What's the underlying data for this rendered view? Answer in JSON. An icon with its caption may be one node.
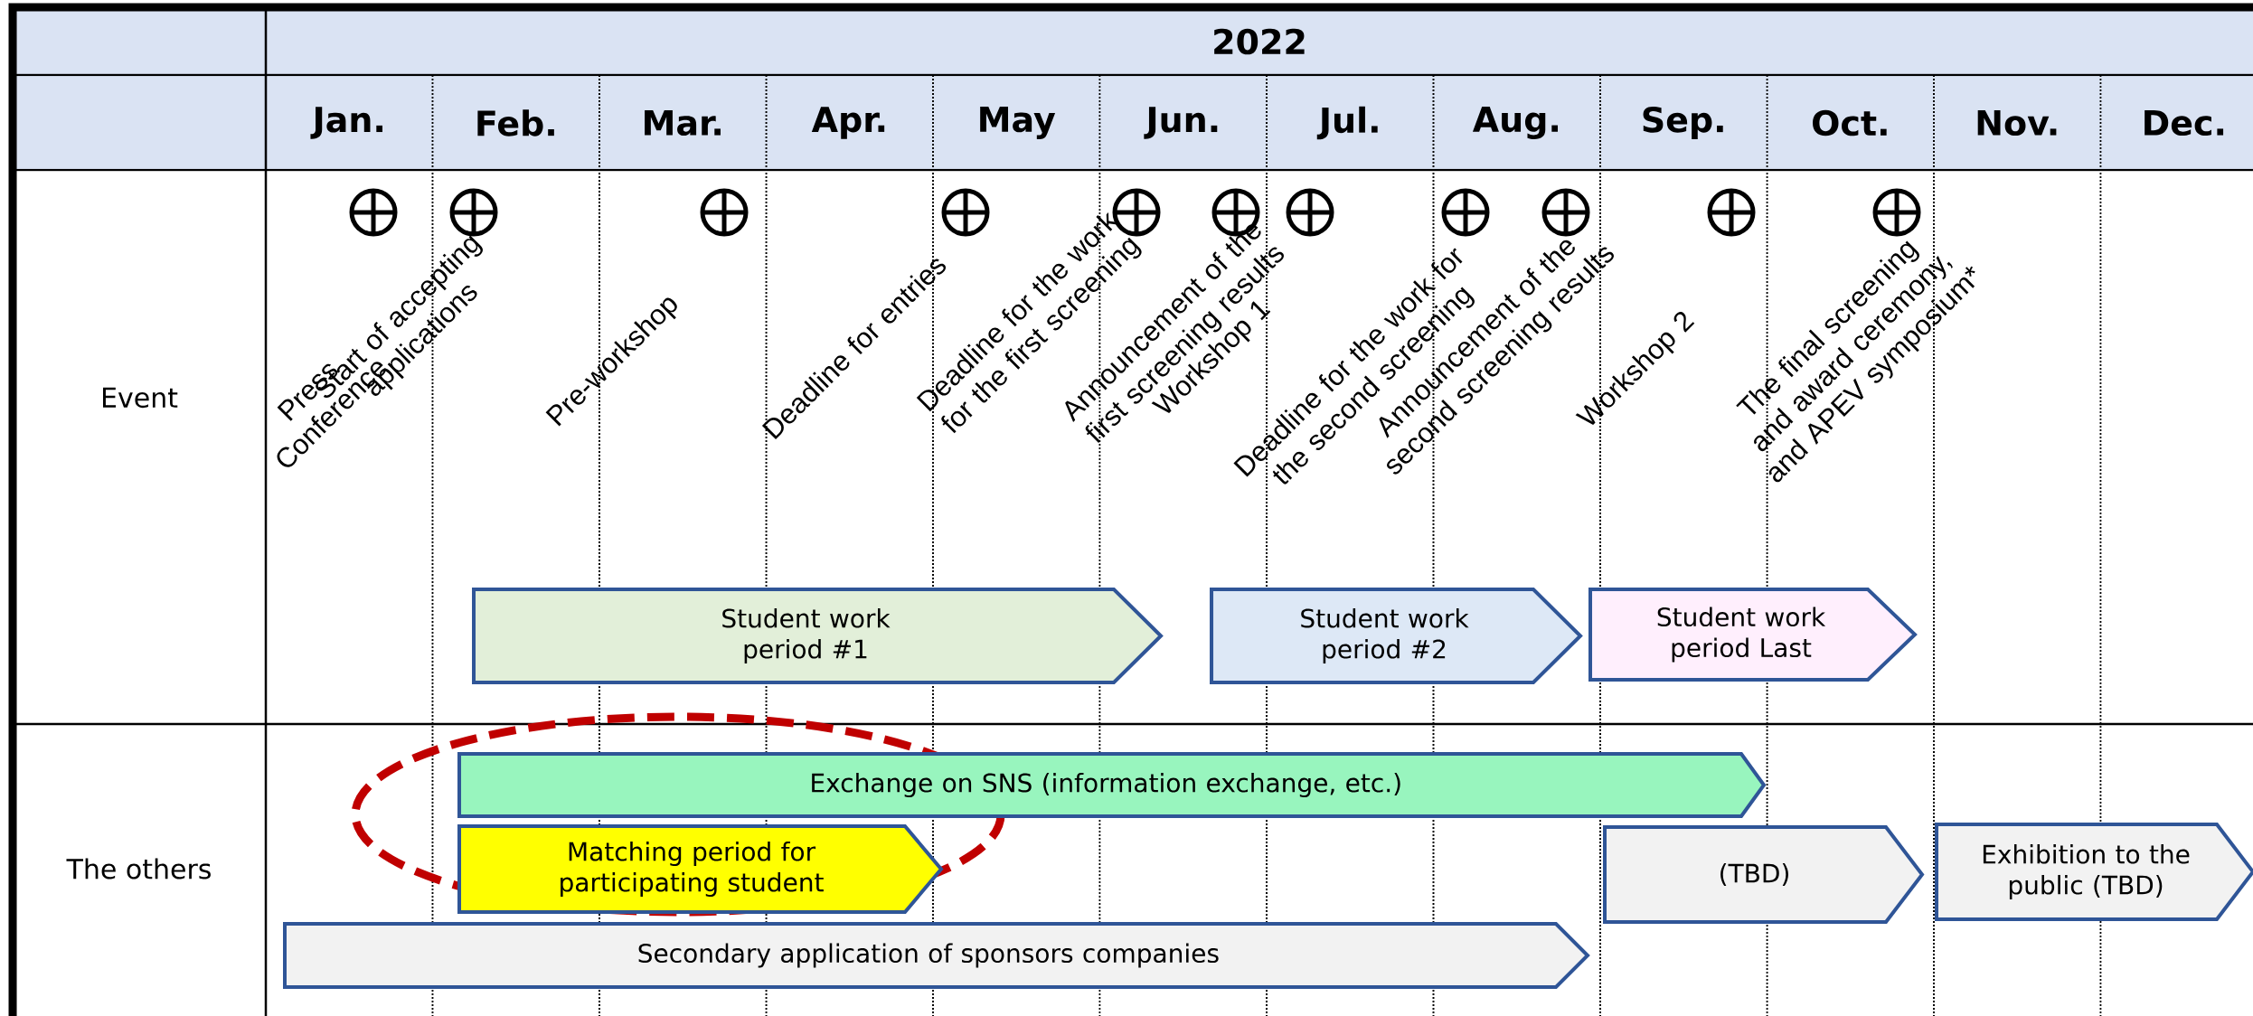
{
  "diagram": {
    "nodes": [
      {
        "text": [
          "Student work period #1"
        ]
      },
      {
        "text": [
          "Student work period #2"
        ]
      },
      {
        "text": [
          "Student work period Last"
        ]
      },
      {
        "text": [
          "Exchange on SNS (information exchange, etc.)"
        ]
      },
      {
        "text": [
          "Matching period for participating student"
        ]
      },
      {
        "text": [
          "(TBD)"
        ]
      },
      {
        "text": [
          "Exhibition to the public (TBD)"
        ]
      },
      {
        "text": [
          "Secondary application of sponsors companies"
        ]
      }
    ],
    "labels": [
      "2022",
      "Jan.",
      "Feb.",
      "Mar.",
      "Apr.",
      "May",
      "Jun.",
      "Jul.",
      "Aug.",
      "Sep.",
      "Oct.",
      "Nov.",
      "Dec.",
      "Event",
      "The others",
      "Press Conference",
      "Start of accepting applications",
      "Pre-workshop",
      "Deadline for entries",
      "Deadline for the work for the first screening",
      "Announcement of the first screening results",
      "Workshop 1",
      "Deadline for the work for the second screening",
      "Announcement of the second screening results",
      "Workshop 2",
      "The final screening and award ceremony, and APEV symposium*"
    ]
  }
}
